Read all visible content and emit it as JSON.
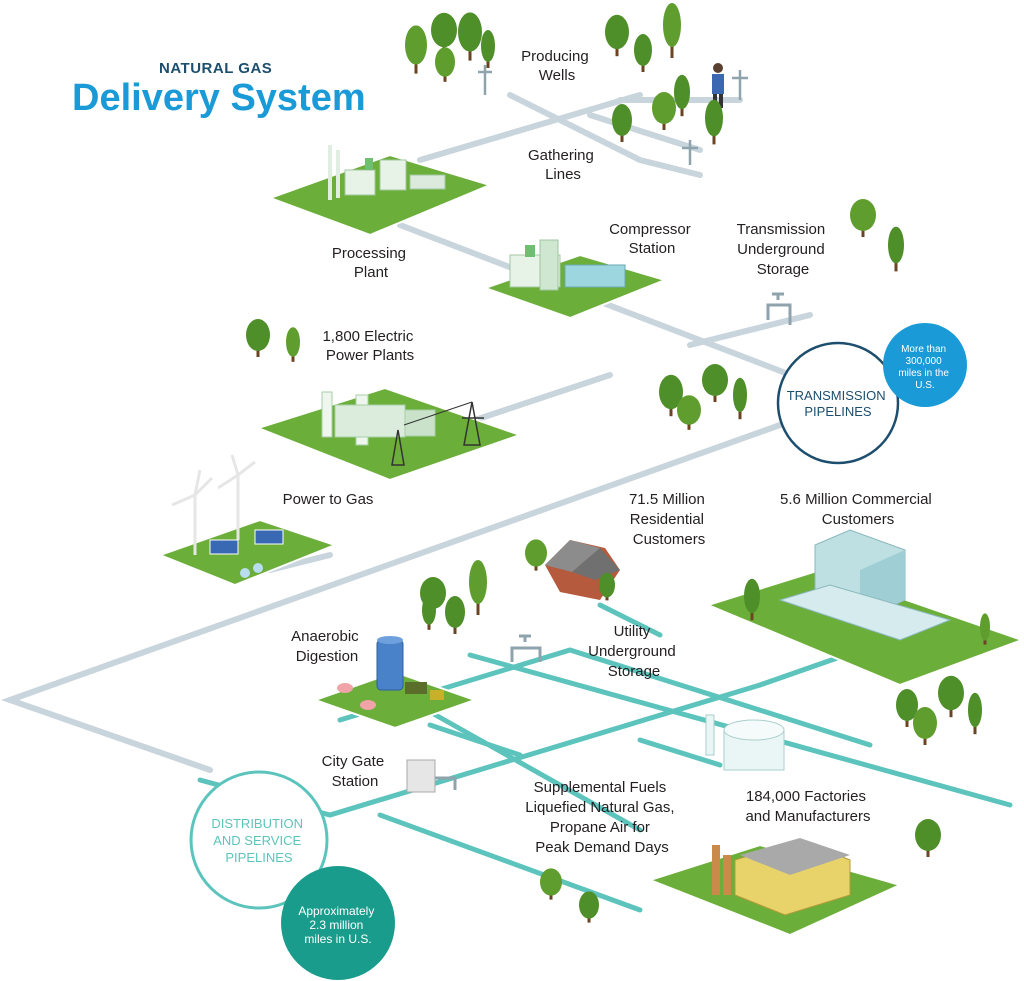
{
  "title": {
    "kicker": "NATURAL GAS",
    "main": "Delivery System"
  },
  "colors": {
    "title_kicker": "#1d4e6e",
    "title_main": "#1a9ad6",
    "transmission_pipe": "#c9d5dc",
    "distribution_pipe": "#5cc4bc",
    "transmission_ring": "#1d4e6e",
    "transmission_badge": "#1a9ad6",
    "distribution_ring": "#5cc4bc",
    "distribution_badge": "#1a9c8c",
    "ground": "#6cae3a",
    "tree": "#4f8f2a",
    "trunk": "#6b4423"
  },
  "labels": {
    "producing_wells": [
      "Producing",
      "Wells"
    ],
    "gathering_lines": [
      "Gathering",
      "Lines"
    ],
    "processing_plant": [
      "Processing",
      "Plant"
    ],
    "compressor_station": [
      "Compressor",
      "Station"
    ],
    "transmission_storage": [
      "Transmission",
      "Underground",
      "Storage"
    ],
    "electric_power_plants": [
      "1,800 Electric",
      "Power Plants"
    ],
    "power_to_gas": [
      "Power to Gas"
    ],
    "residential": [
      "71.5 Million",
      "Residential",
      "Customers"
    ],
    "commercial": [
      "5.6 Million Commercial",
      "Customers"
    ],
    "anaerobic_digestion": [
      "Anaerobic",
      "Digestion"
    ],
    "utility_storage": [
      "Utility",
      "Underground",
      "Storage"
    ],
    "city_gate": [
      "City Gate",
      "Station"
    ],
    "supplemental_fuels": [
      "Supplemental Fuels",
      "Liquefied Natural Gas,",
      "Propane Air for",
      "Peak Demand Days"
    ],
    "factories": [
      "184,000 Factories",
      "and Manufacturers"
    ]
  },
  "transmission": {
    "ring_label": [
      "TRANSMISSION",
      "PIPELINES"
    ],
    "badge": [
      "More than",
      "300,000",
      "miles in the",
      "U.S."
    ]
  },
  "distribution": {
    "ring_label": [
      "DISTRIBUTION",
      "AND SERVICE",
      "PIPELINES"
    ],
    "badge": [
      "Approximately",
      "2.3 million",
      "miles in U.S."
    ]
  }
}
